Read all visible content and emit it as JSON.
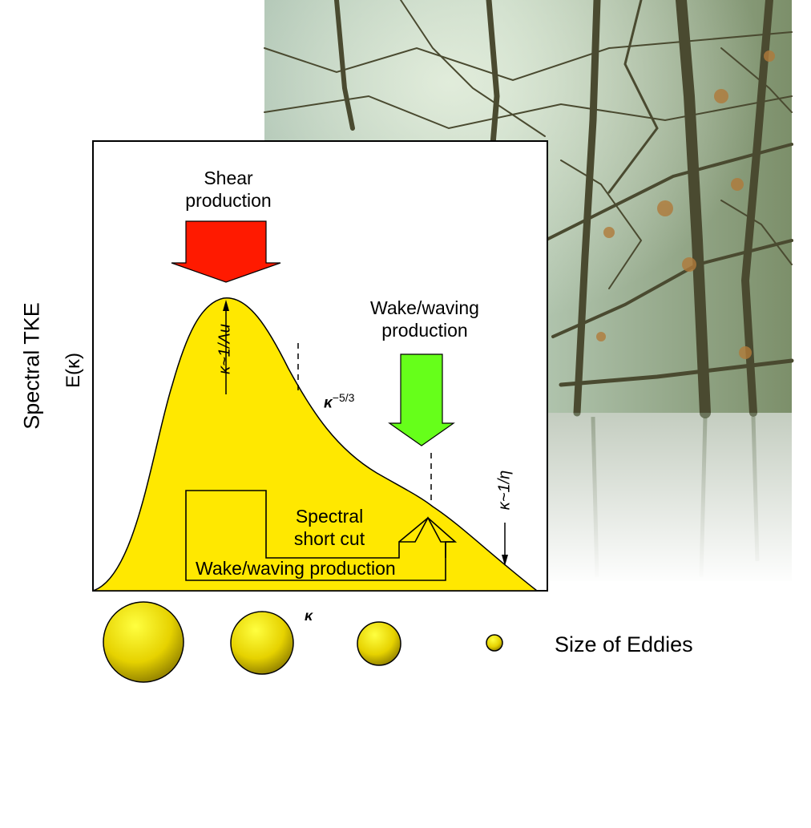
{
  "y_axis": {
    "title": "Spectral TKE",
    "symbol": "E(κ)"
  },
  "x_axis": {
    "symbol": "κ"
  },
  "arrows": {
    "shear": {
      "label_line1": "Shear",
      "label_line2": "production",
      "color": "#ff1a00"
    },
    "wake": {
      "label_line1": "Wake/waving",
      "label_line2": "production",
      "color": "#66ff1a"
    }
  },
  "annotations": {
    "peak_formula": "κ~1/Λu",
    "slope_formula": "κ",
    "slope_exponent": "−5/3",
    "dissipation_formula": "κ~1/η"
  },
  "shortcut": {
    "line1": "Spectral",
    "line2": "short cut",
    "bottom_label": "Wake/waving production"
  },
  "legend": {
    "size_label": "Size of Eddies",
    "eddy_color": "#f0e000"
  },
  "colors": {
    "curve_fill": "#ffe800",
    "background_photo": "forest-trees"
  }
}
